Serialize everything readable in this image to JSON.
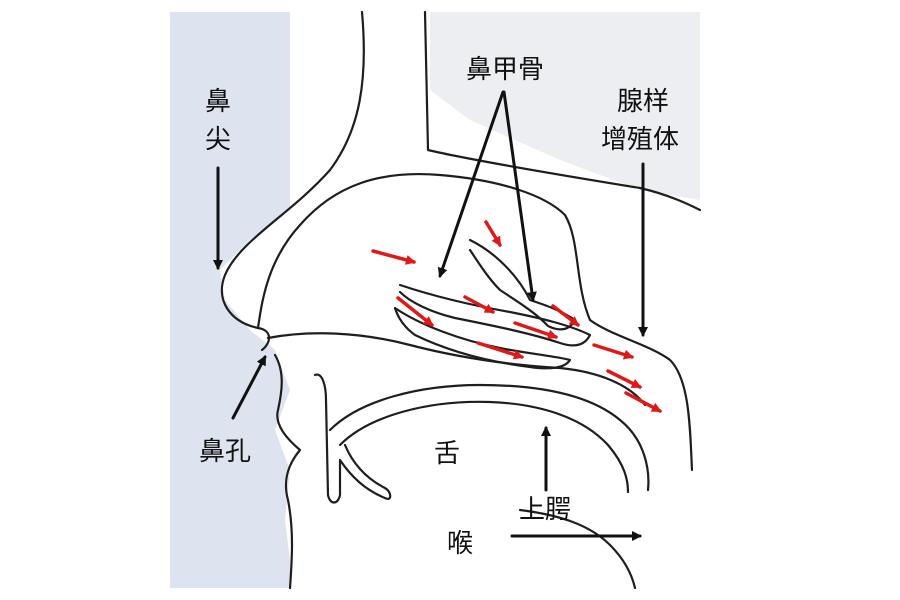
{
  "labels": {
    "nose_tip_line1": "鼻",
    "nose_tip_line2": "尖",
    "nostril": "鼻孔",
    "turbinate": "鼻甲骨",
    "adenoid_line1": "腺样",
    "adenoid_line2": "增殖体",
    "tongue": "舌",
    "palate": "上腭",
    "throat": "喉"
  },
  "colors": {
    "background_left": "#dde4f0",
    "background_right": "#eef0f3",
    "outline": "#1e1e1e",
    "airflow_arrow": "#e01818",
    "label_arrow": "#111111",
    "shading": "#d6d9de"
  }
}
